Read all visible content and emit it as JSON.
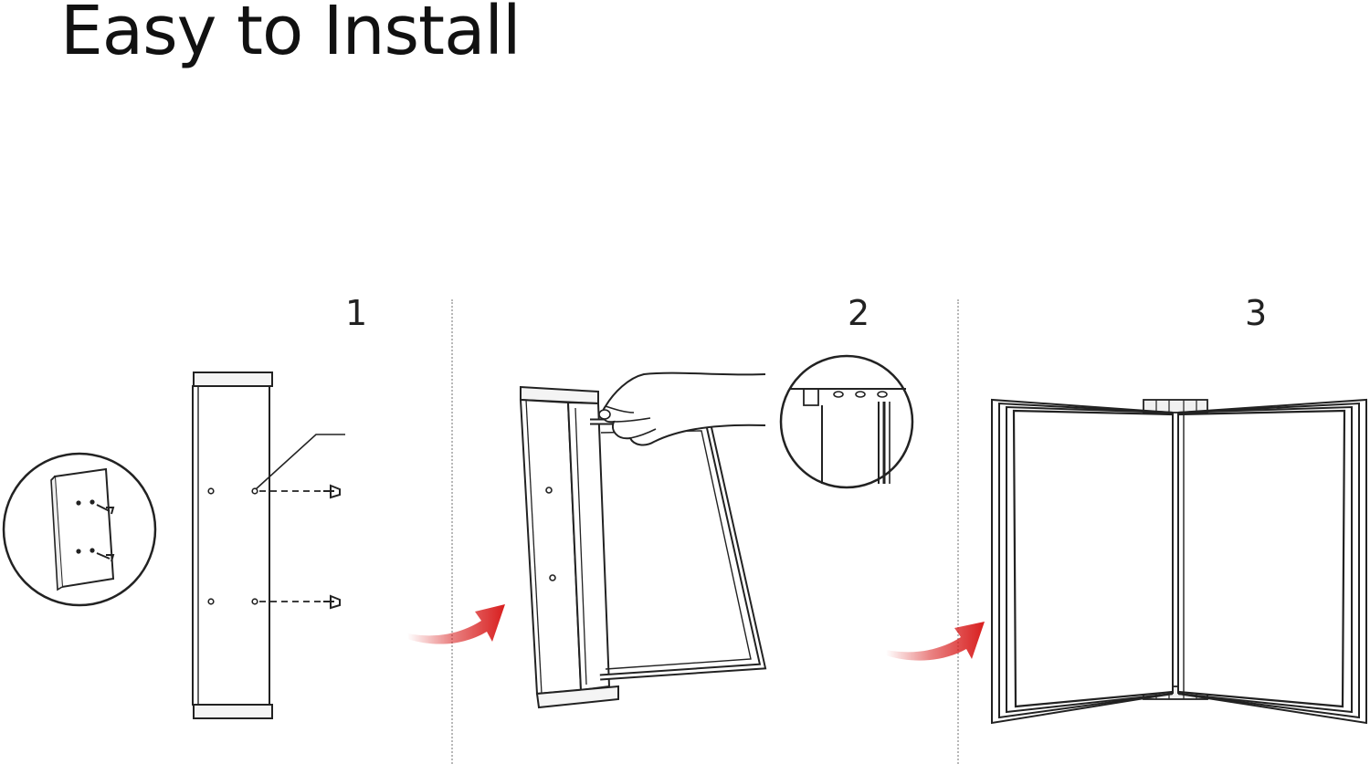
{
  "title": "Easy to Install",
  "steps": [
    {
      "number": "1"
    },
    {
      "number": "2"
    },
    {
      "number": "3"
    }
  ],
  "colors": {
    "line": "#222222",
    "arrow": "#d81e1e",
    "divider": "#b8b8b8"
  },
  "icons": [
    "wall-mount-base",
    "screw-icon",
    "hand-icon",
    "arrow-right-icon",
    "display-panel-frame"
  ]
}
